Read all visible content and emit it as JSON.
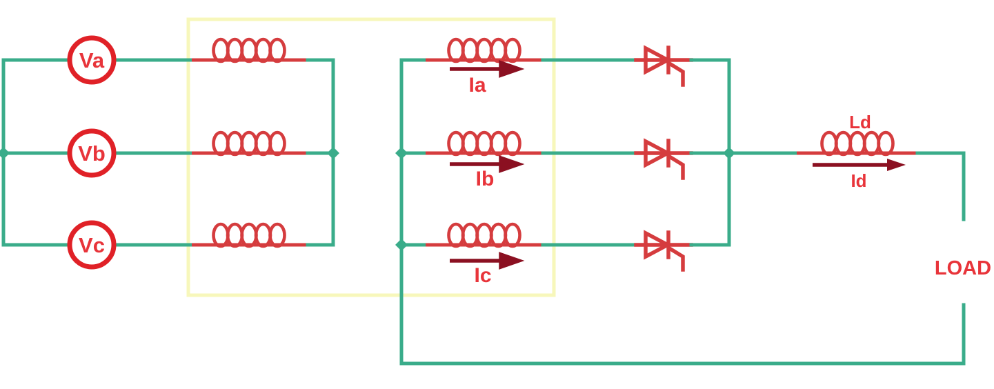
{
  "diagram": {
    "kind": "circuit-schematic",
    "sources": [
      {
        "label": "Va"
      },
      {
        "label": "Vb"
      },
      {
        "label": "Vc"
      }
    ],
    "phase_currents": [
      {
        "label": "Ia"
      },
      {
        "label": "Ib"
      },
      {
        "label": "Ic"
      }
    ],
    "output": {
      "inductor_label": "Ld",
      "current_label": "Id",
      "load_label": "LOAD"
    },
    "icons": {
      "source": "voltage-source-circle-icon",
      "inductor": "coil-icon",
      "thyristor": "scr-icon",
      "junction": "junction-dot-icon",
      "arrow": "current-arrow-icon",
      "transformer_box": "highlight-box"
    },
    "colors": {
      "wire": "#3aac8a",
      "component": "#d53c3e",
      "source": "#e02127",
      "label": "#e8343a",
      "arrow": "#8b1021",
      "box": "#f7f7bb"
    }
  }
}
